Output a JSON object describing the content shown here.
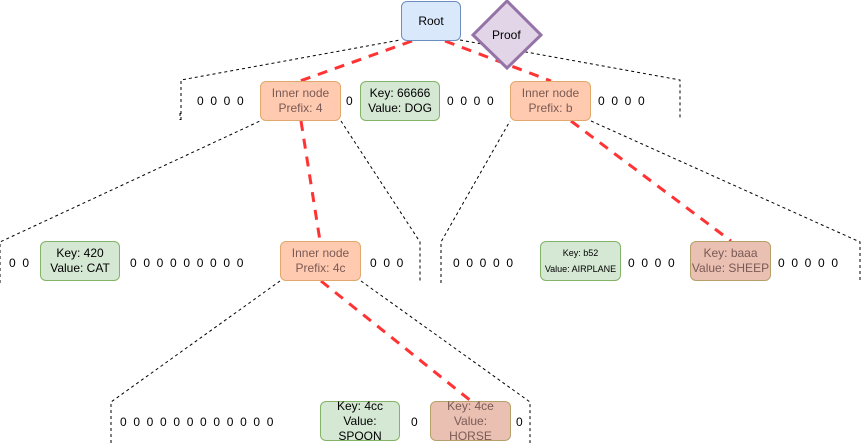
{
  "diagram": {
    "root": {
      "label": "Root"
    },
    "proof": {
      "label": "Proof"
    },
    "level1": {
      "left_zeros": "0  0  0  0",
      "inner_left": {
        "line1": "Inner node",
        "line2": "Prefix: 4"
      },
      "mid_zero": "0",
      "leaf_dog": {
        "key": "Key: 66666",
        "value": "Value: DOG"
      },
      "mid_zeros": "0  0  0  0",
      "inner_right": {
        "line1": "Inner node",
        "line2": "Prefix: b"
      },
      "right_zeros": "0  0  0  0"
    },
    "level2_left": {
      "left_zeros": "0  0",
      "leaf_cat": {
        "key": "Key: 420",
        "value": "Value: CAT"
      },
      "mid_zeros": "0  0  0  0  0  0  0  0  0",
      "inner": {
        "line1": "Inner node",
        "line2": "Prefix: 4c"
      },
      "right_zeros": "0  0  0"
    },
    "level2_right": {
      "left_zeros": "0  0  0  0  0",
      "leaf_airplane": {
        "key": "Key: b52",
        "value": "Value: AIRPLANE"
      },
      "mid_zeros": "0  0  0  0",
      "leaf_sheep": {
        "key": "Key: baaa",
        "value": "Value: SHEEP"
      },
      "right_zeros": "0  0  0  0  0"
    },
    "level3": {
      "left_zeros": "0  0  0  0  0  0  0  0  0  0  0  0",
      "leaf_spoon": {
        "key": "Key: 4cc",
        "value": "Value: SPOON"
      },
      "mid_zero": "0",
      "leaf_horse": {
        "key": "Key: 4ce",
        "value": "Value: HORSE"
      },
      "right_zero": "0"
    },
    "colors": {
      "proof_path": "#ff3333",
      "root_fill": "#dae8fc",
      "inner_fill": "#ffcab0",
      "leaf_fill": "#d5e8d4",
      "proof_leaf_fill": "#eac0b3",
      "proof_fill": "#e1d5e7",
      "proof_stroke": "#9673a6"
    }
  }
}
